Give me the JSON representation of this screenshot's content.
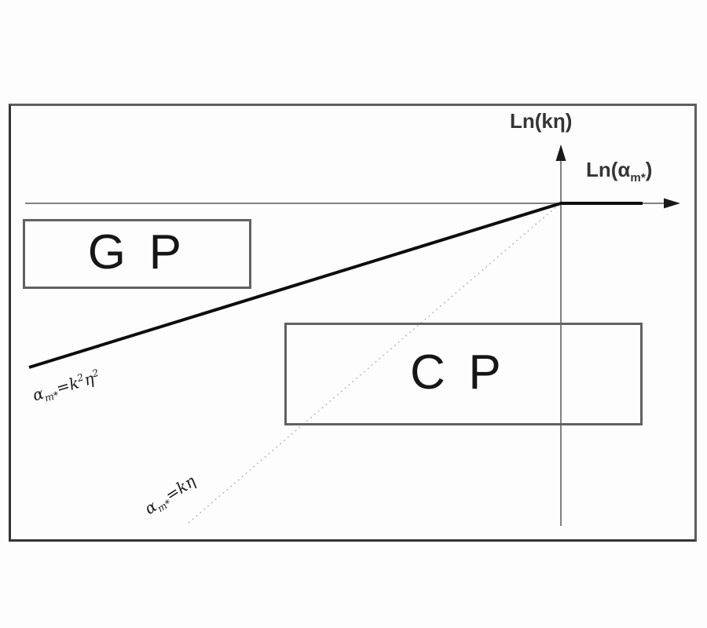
{
  "figure": {
    "axes": {
      "y_label": "Ln(kη)",
      "x_label_pre": "Ln(α",
      "x_label_sub": "m*",
      "x_label_post": ")"
    },
    "regions": {
      "gp_label": "G P",
      "cp_label": "C P"
    },
    "equations": {
      "thick_line": {
        "alpha": "α",
        "sub": "m*",
        "mid": "=k",
        "sup1": "2",
        "eta": "η",
        "sup2": "2"
      },
      "dotted_line": {
        "alpha": "α",
        "sub": "m*",
        "rest": "=kη"
      }
    },
    "colors": {
      "thick_line": "#0d0d0d",
      "axis_line": "#828282",
      "dotted_line": "#b8b8b8",
      "frame_border": "#4d4d4d",
      "box_border": "#616161",
      "text": "#191919"
    }
  }
}
